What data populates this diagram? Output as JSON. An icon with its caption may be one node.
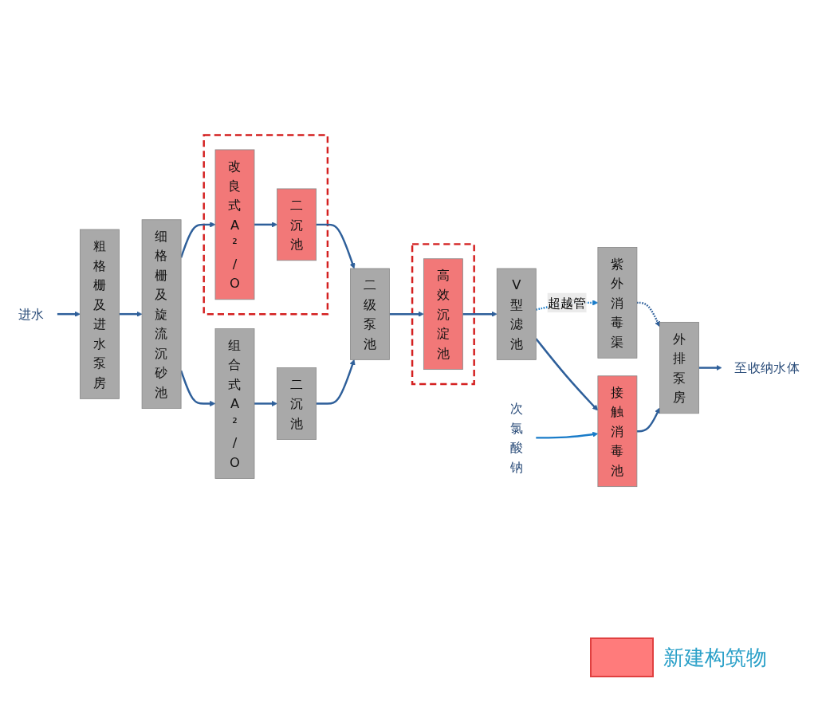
{
  "diagram": {
    "nodes": [
      {
        "text": [
          "进水"
        ]
      },
      {
        "text": [
          "粗格栅及进水泵房"
        ]
      },
      {
        "text": [
          "细格栅及旋流沉砂池"
        ]
      },
      {
        "text": [
          "组合式A²/O"
        ]
      },
      {
        "text": [
          "二沉池"
        ]
      },
      {
        "text": [],
        "shape": "box"
      },
      {
        "text": [
          "改良式A²/O"
        ],
        "in": 5
      },
      {
        "text": [
          "二沉池"
        ],
        "in": 5
      },
      {
        "text": [
          "二级泵池"
        ]
      },
      {
        "text": [],
        "shape": "box"
      },
      {
        "text": [
          "高效沉淀池"
        ],
        "in": 9
      },
      {
        "text": [
          "V型滤池"
        ]
      },
      {
        "text": [
          "次氯酸钠"
        ]
      },
      {
        "text": [
          "接触消毒池"
        ]
      },
      {
        "text": [
          "紫外消毒渠"
        ]
      },
      {
        "text": [
          "外排泵房"
        ]
      },
      {
        "text": [
          "至收纳水体"
        ]
      }
    ],
    "edges": [
      {
        "from": 0,
        "to": 1,
        "arrow": "to"
      },
      {
        "from": 1,
        "to": 2,
        "arrow": "to"
      },
      {
        "from": 2,
        "to": 3,
        "arrow": "to"
      },
      {
        "from": 2,
        "to": 6,
        "arrow": "to"
      },
      {
        "from": 3,
        "to": 4,
        "arrow": "to"
      },
      {
        "from": 6,
        "to": 7,
        "arrow": "to"
      },
      {
        "from": 4,
        "to": 8,
        "arrow": "to"
      },
      {
        "from": 7,
        "to": 8,
        "arrow": "to"
      },
      {
        "from": 8,
        "to": 10,
        "arrow": "to"
      },
      {
        "from": 10,
        "to": 11,
        "arrow": "to"
      },
      {
        "from": 11,
        "to": 13,
        "arrow": "to"
      },
      {
        "from": 12,
        "to": 13,
        "arrow": "to",
        "color": "#1a7cc9"
      },
      {
        "from": 11,
        "to": 14,
        "arrow": "to",
        "label": "超越管",
        "style": "dashed",
        "color": "#1a7cc9"
      },
      {
        "from": 13,
        "to": 15,
        "arrow": "to"
      },
      {
        "from": 14,
        "to": 15,
        "arrow": "to",
        "style": "dashed"
      },
      {
        "from": 15,
        "to": 16,
        "arrow": "to"
      }
    ],
    "legend": [
      {
        "text": "新建构筑物",
        "color": "#ff7b7b"
      }
    ]
  }
}
